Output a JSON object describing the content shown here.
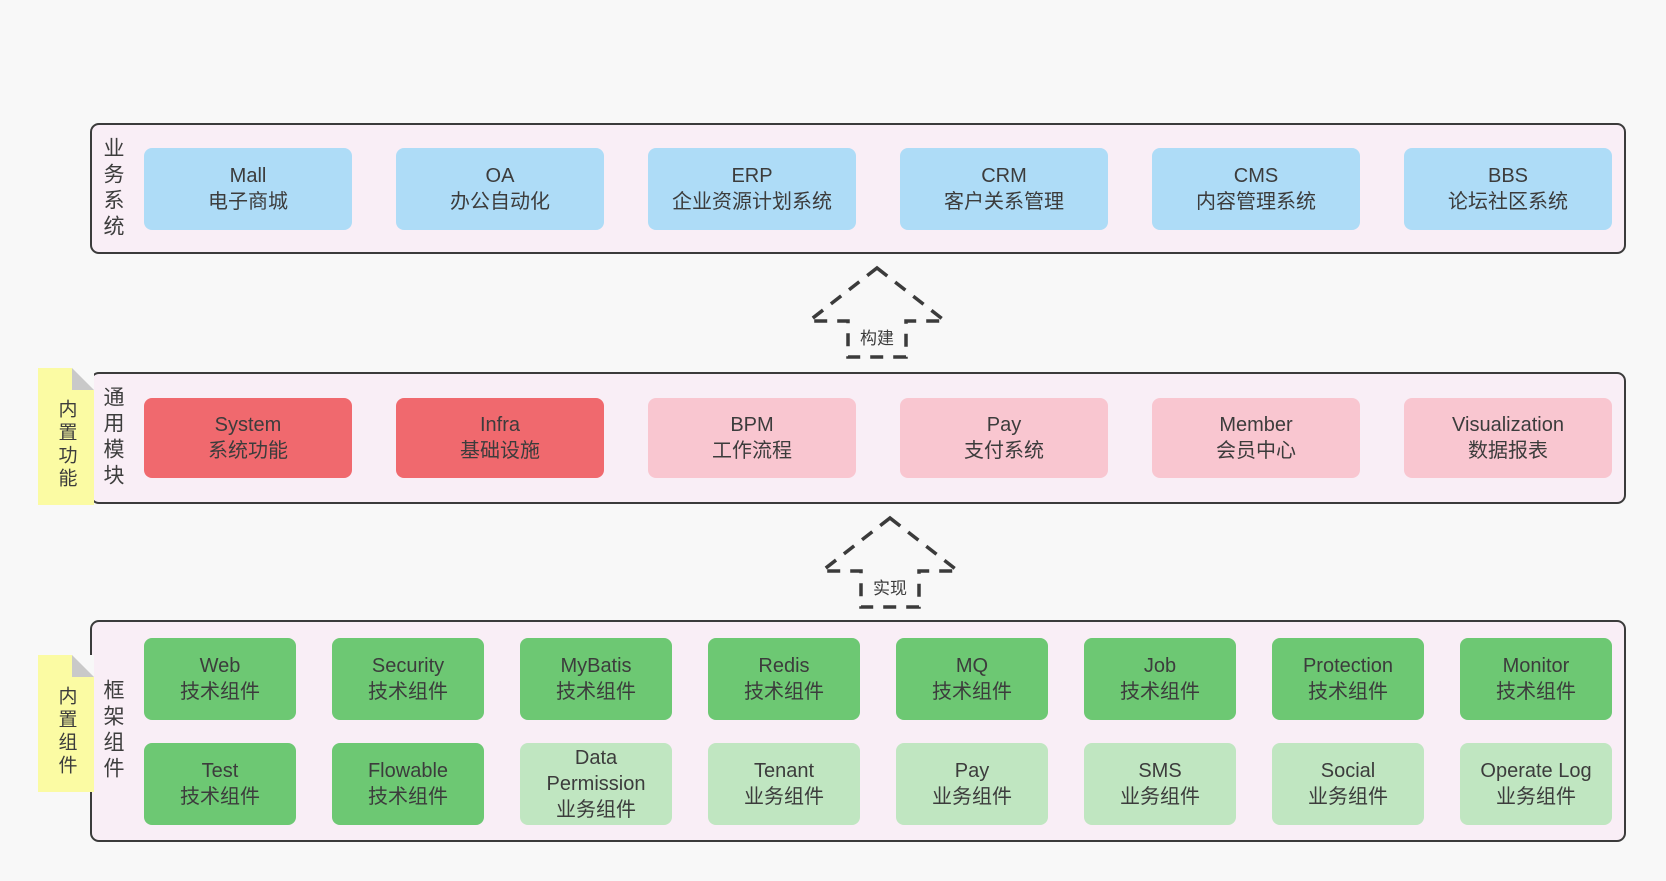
{
  "colors": {
    "page_bg": "#f8f8f8",
    "container_bg": "#f9eef6",
    "border": "#3b3b3b",
    "text": "#3d3d3d",
    "blue": "#aedcf7",
    "red": "#f0696e",
    "pink": "#f9c6d0",
    "green": "#6dc873",
    "green_light": "#c0e6c1",
    "yellow": "#fbfba3",
    "fold": "#c9c9c9"
  },
  "arrows": [
    {
      "label": "构建"
    },
    {
      "label": "实现"
    }
  ],
  "layers": [
    {
      "label": "业务系统",
      "rows": [
        [
          {
            "title": "Mall",
            "subtitle": "电子商城",
            "variant": "blue"
          },
          {
            "title": "OA",
            "subtitle": "办公自动化",
            "variant": "blue"
          },
          {
            "title": "ERP",
            "subtitle": "企业资源计划系统",
            "variant": "blue"
          },
          {
            "title": "CRM",
            "subtitle": "客户关系管理",
            "variant": "blue"
          },
          {
            "title": "CMS",
            "subtitle": "内容管理系统",
            "variant": "blue"
          },
          {
            "title": "BBS",
            "subtitle": "论坛社区系统",
            "variant": "blue"
          }
        ]
      ]
    },
    {
      "label": "通用模块",
      "sticky": "内置功能",
      "rows": [
        [
          {
            "title": "System",
            "subtitle": "系统功能",
            "variant": "red"
          },
          {
            "title": "Infra",
            "subtitle": "基础设施",
            "variant": "red"
          },
          {
            "title": "BPM",
            "subtitle": "工作流程",
            "variant": "pink"
          },
          {
            "title": "Pay",
            "subtitle": "支付系统",
            "variant": "pink"
          },
          {
            "title": "Member",
            "subtitle": "会员中心",
            "variant": "pink"
          },
          {
            "title": "Visualization",
            "subtitle": "数据报表",
            "variant": "pink"
          }
        ]
      ]
    },
    {
      "label": "框架组件",
      "sticky": "内置组件",
      "rows": [
        [
          {
            "title": "Web",
            "subtitle": "技术组件",
            "variant": "green"
          },
          {
            "title": "Security",
            "subtitle": "技术组件",
            "variant": "green"
          },
          {
            "title": "MyBatis",
            "subtitle": "技术组件",
            "variant": "green"
          },
          {
            "title": "Redis",
            "subtitle": "技术组件",
            "variant": "green"
          },
          {
            "title": "MQ",
            "subtitle": "技术组件",
            "variant": "green"
          },
          {
            "title": "Job",
            "subtitle": "技术组件",
            "variant": "green"
          },
          {
            "title": "Protection",
            "subtitle": "技术组件",
            "variant": "green"
          },
          {
            "title": "Monitor",
            "subtitle": "技术组件",
            "variant": "green"
          }
        ],
        [
          {
            "title": "Test",
            "subtitle": "技术组件",
            "variant": "green"
          },
          {
            "title": "Flowable",
            "subtitle": "技术组件",
            "variant": "green"
          },
          {
            "title": "Data Permission",
            "subtitle": "业务组件",
            "variant": "green_light"
          },
          {
            "title": "Tenant",
            "subtitle": "业务组件",
            "variant": "green_light"
          },
          {
            "title": "Pay",
            "subtitle": "业务组件",
            "variant": "green_light"
          },
          {
            "title": "SMS",
            "subtitle": "业务组件",
            "variant": "green_light"
          },
          {
            "title": "Social",
            "subtitle": "业务组件",
            "variant": "green_light"
          },
          {
            "title": "Operate Log",
            "subtitle": "业务组件",
            "variant": "green_light"
          }
        ]
      ]
    }
  ]
}
